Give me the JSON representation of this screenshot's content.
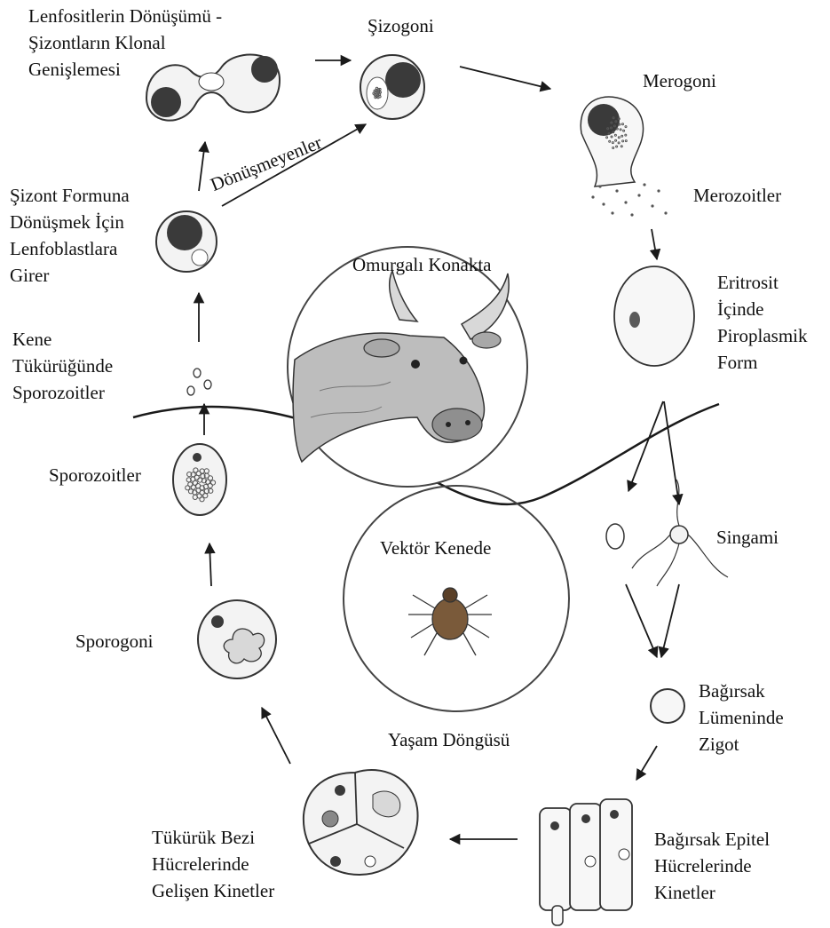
{
  "labels": {
    "lymphocyte_transform": "Lenfositlerin Dönüşümü -\nŞizontların Klonal\nGenişlemesi",
    "schizogony": "Şizogoni",
    "merogony": "Merogoni",
    "merozoites": "Merozoitler",
    "non_transforming": "Dönüşmeyenler",
    "enter_lymphoblasts": "Şizont Formuna\nDönüşmek İçin\nLenfoblastlara\nGirer",
    "tick_saliva_sporozoites": "Kene\nTükürüğünde\nSporozoitler",
    "erythrocyte_piroplasm": "Eritrosit\nİçinde\nPiroplasmik\nForm",
    "in_vertebrate_host": "Omurgalı Konakta",
    "sporozoites": "Sporozoitler",
    "syngamy": "Singami",
    "in_vector_tick": "Vektör Kenede",
    "sporogony": "Sporogoni",
    "intestinal_zygote": "Bağırsak\nLümeninde\nZigot",
    "life_cycle": "Yaşam Döngüsü",
    "salivary_kinetes": "Tükürük Bezi\nHücrelerinde\nGelişen Kinetler",
    "epithelial_kinetes": "Bağırsak Epitel\nHücrelerinde\nKinetler"
  },
  "colors": {
    "ink": "#1a1a1a",
    "cell_fill": "#f3f3f3",
    "nucleus": "#3a3a3a",
    "dot": "#555555",
    "tick_body": "#7a5a3a",
    "cow_shade": "#9a9a9a"
  }
}
